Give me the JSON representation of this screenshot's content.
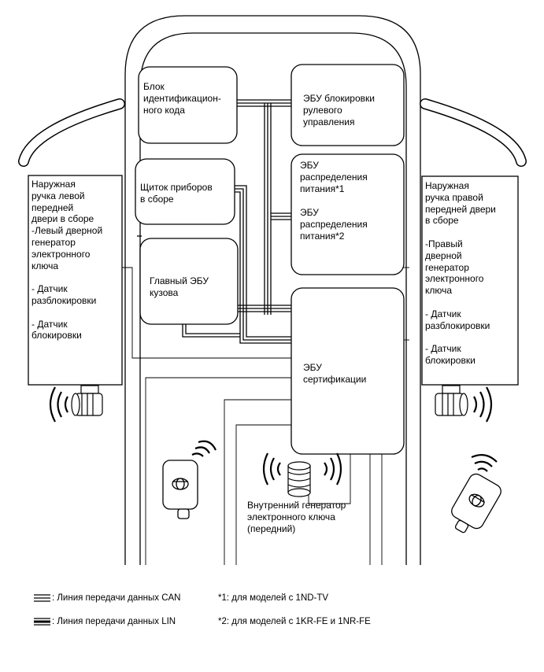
{
  "labels": {
    "id_code_box": "Блок\nидентификацион-\nного кода",
    "steering_lock_ecu": "ЭБУ блокировки\nрулевого\nуправления",
    "combination_meter": "Щиток приборов\nв сборе",
    "power_dist_ecu_1": "ЭБУ\nраспределения\nпитания*1",
    "power_dist_ecu_2": "ЭБУ\nраспределения\nпитания*2",
    "main_body_ecu": "Главный ЭБУ\nкузова",
    "certification_ecu": "ЭБУ\nсертификации",
    "left_door_handle": "Наружная\nручка левой\nпередней\nдвери в сборе\n-Левый дверной\nгенератор\nэлектронного\nключа\n\n- Датчик\nразблокировки\n\n- Датчик\nблокировки",
    "right_door_handle": "Наружная\nручка правой\nпередней двери\nв сборе\n\n-Правый\nдверной\nгенератор\nэлектронного\nключа\n\n- Датчик\nразблокировки\n\n- Датчик\nблокировки",
    "indoor_oscillator": "Внутренний генератор\nэлектронного ключа\n(передний)"
  },
  "legend": {
    "can_line": ": Линия передачи данных CAN",
    "lin_line": ": Линия передачи данных LIN",
    "note_1": "*1: для моделей с 1ND-TV",
    "note_2": "*2: для моделей с 1KR-FE и 1NR-FE"
  }
}
